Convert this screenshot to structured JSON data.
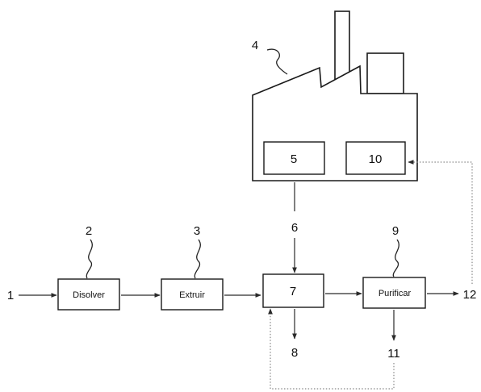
{
  "diagram": {
    "input_label": "1",
    "dissolve_ref": "2",
    "dissolve_label": "Disolver",
    "extrude_ref": "3",
    "extrude_label": "Extruir",
    "factory_ref": "4",
    "factory_unit_a": "5",
    "factory_unit_b": "10",
    "feed_label": "6",
    "process_label": "7",
    "output_label": "8",
    "purify_ref": "9",
    "purify_label": "Purificar",
    "residue_label": "11",
    "product_label": "12"
  },
  "colors": {
    "stroke": "#1a1a1a",
    "dotted": "#888888",
    "background": "#ffffff"
  }
}
